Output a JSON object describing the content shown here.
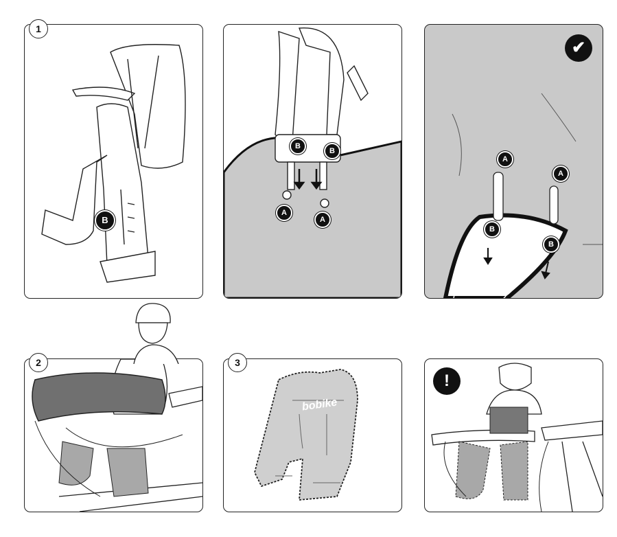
{
  "steps": {
    "one": "1",
    "two": "2",
    "three": "3"
  },
  "labels": {
    "a": "A",
    "b": "B"
  },
  "icons": {
    "ok": "✔",
    "warning": "!"
  },
  "logo_text": "bobike",
  "colors": {
    "cover_gray": "#c9c9c9",
    "cover_dark": "#6f6f6f",
    "ink": "#111111"
  }
}
